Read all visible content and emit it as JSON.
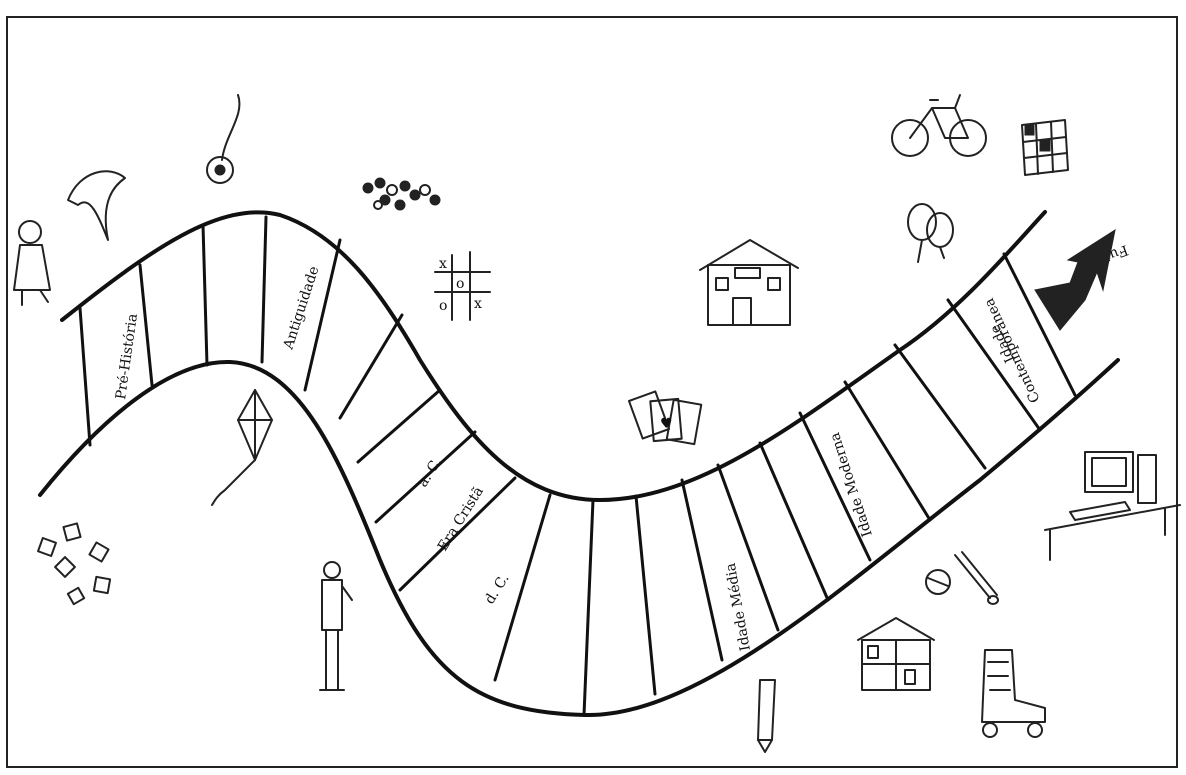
{
  "road_labels": {
    "pre_historia": "Pré-História",
    "antiguidade": "Antiguidade",
    "ac": "a. C.",
    "era_crista": "Era Cristã",
    "dc": "d. C.",
    "idade_media": "Idade Média",
    "idade_moderna": "Idade Moderna",
    "idade_contemporanea_1": "Idade",
    "idade_contemporanea_2": "Contemporânea",
    "futuro": "Futuro"
  },
  "icons": [
    "doll-icon",
    "boomerang-icon",
    "yoyo-icon",
    "marbles-icon",
    "tic-tac-toe-icon",
    "school-building-icon",
    "playing-cards-icon",
    "bicycle-icon",
    "rubiks-cube-icon",
    "balloons-icon",
    "computer-icon",
    "spinning-top-icon",
    "dollhouse-icon",
    "roller-skate-icon",
    "kite-icon",
    "jacks-icon",
    "boy-figure-icon",
    "arrow-icon"
  ],
  "colors": {
    "ink": "#111111",
    "background": "#ffffff"
  }
}
